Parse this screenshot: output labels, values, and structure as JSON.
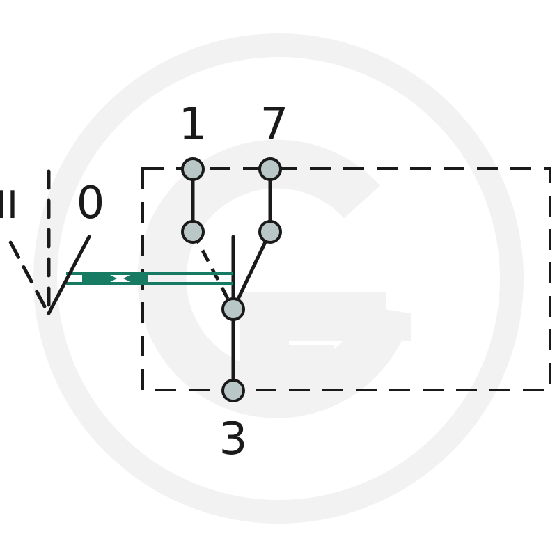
{
  "diagram": {
    "terminals": {
      "t1": "1",
      "t7": "7",
      "t3": "3"
    },
    "positions": {
      "pos_zero": "0",
      "pos_two": "II"
    }
  },
  "colors": {
    "line": "#1a1a1a",
    "node_fill": "#b9c8c7",
    "actuator": "#177a62",
    "watermark": "#f2f2f2"
  }
}
